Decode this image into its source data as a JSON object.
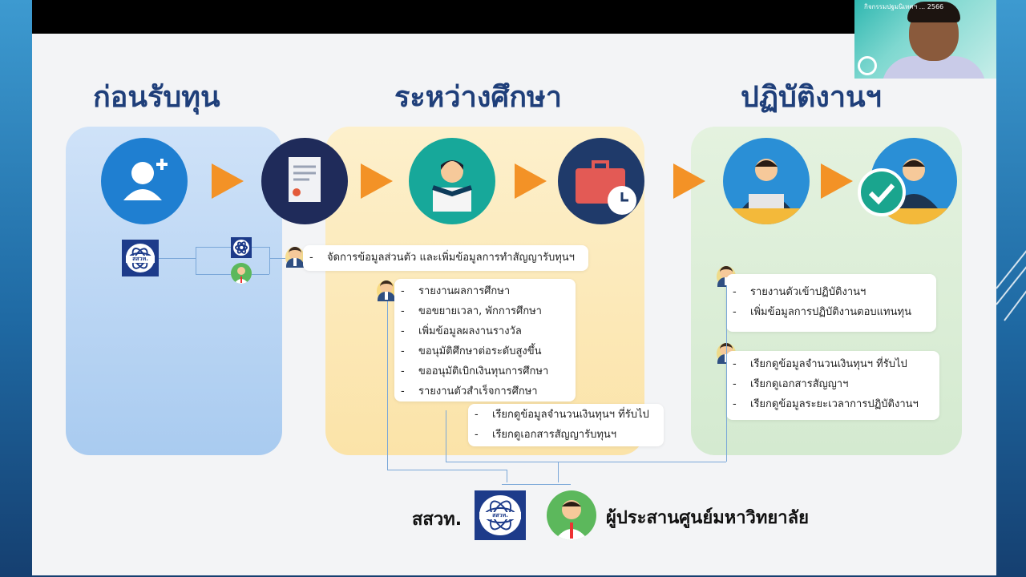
{
  "webcam": {
    "overlay_text": "กิจกรรมปฐมนิเทศฯ ... 2566"
  },
  "headings": {
    "before": "ก่อนรับทุน",
    "during": "ระหว่างศึกษา",
    "work": "ปฏิบัติงานฯ"
  },
  "stages": [
    {
      "icon": "add-user-icon",
      "color": "#1f7fd1"
    },
    {
      "icon": "contract-document-icon",
      "color": "#1f2b5a"
    },
    {
      "icon": "student-reading-icon",
      "color": "#17a89a"
    },
    {
      "icon": "briefcase-clock-icon",
      "color": "#1f3a6a"
    },
    {
      "icon": "worker-laptop-icon",
      "color": "#2a8fd6"
    },
    {
      "icon": "worker-approved-icon",
      "color": "#2a8fd6"
    }
  ],
  "colors": {
    "arrow": "#f39226",
    "heading": "#1f3f7a",
    "panel_blue": "#bcd7f4",
    "panel_yellow": "#fbe7b4",
    "panel_green": "#dcefd6"
  },
  "boxes": {
    "manage": [
      "จัดการข้อมูลส่วนตัว และเพิ่มข้อมูลการทำสัญญารับทุนฯ"
    ],
    "study": [
      "รายงานผลการศึกษา",
      "ขอขยายเวลา, พักการศึกษา",
      "เพิ่มข้อมูลผลงานรางวัล",
      "ขอนุมัติศึกษาต่อระดับสูงขึ้น",
      "ขออนุมัติเบิกเงินทุนการศึกษา",
      "รายงานตัวสำเร็จการศึกษา"
    ],
    "view_during": [
      "เรียกดูข้อมูลจำนวนเงินทุนฯ ที่รับไป",
      "เรียกดูเอกสารสัญญารับทุนฯ"
    ],
    "work_report": [
      "รายงานตัวเข้าปฏิบัติงานฯ",
      "เพิ่มข้อมูลการปฏิบัติงานตอบแทนทุน"
    ],
    "work_view": [
      "เรียกดูข้อมูลจำนวนเงินทุนฯ ที่รับไป",
      "เรียกดูเอกสารสัญญาฯ",
      "เรียกดูข้อมูลระยะเวลาการปฏิบัติงานฯ"
    ]
  },
  "logo_text": "สสวท.",
  "bottom": {
    "org": "สสวท.",
    "coordinator": "ผู้ประสานศูนย์มหาวิทยาลัย"
  }
}
